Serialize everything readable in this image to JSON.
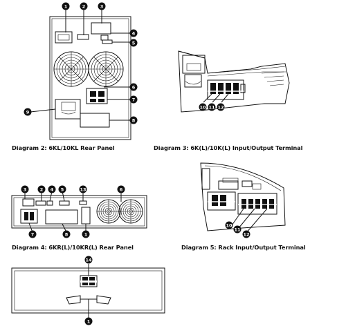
{
  "captions": {
    "d2": "Diagram 2: 6KL/10KL Rear Panel",
    "d3": "Diagram 3: 6K(L)/10K(L) Input/Output Terminal",
    "d4": "Diagram 4: 6KR(L)/10KR(L) Rear Panel",
    "d5": "Diagram 5: Rack Input/Output Terminal"
  },
  "callouts": {
    "d2": [
      "1",
      "2",
      "3",
      "4",
      "5",
      "6",
      "7",
      "8",
      "9"
    ],
    "d3": [
      "10",
      "11",
      "12"
    ],
    "d4": [
      "3",
      "2",
      "4",
      "5",
      "13",
      "6",
      "7",
      "8",
      "1"
    ],
    "d5": [
      "10",
      "11",
      "12"
    ],
    "d6": [
      "14",
      "1"
    ]
  }
}
